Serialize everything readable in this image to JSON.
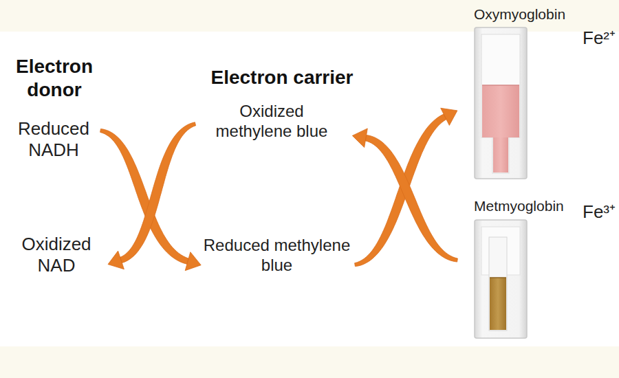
{
  "diagram": {
    "nodes": [
      {
        "text": [
          "Reduced NADH"
        ]
      },
      {
        "text": [
          "Oxidized NAD"
        ]
      },
      {
        "text": [
          "Oxidized methylene blue"
        ]
      },
      {
        "text": [
          "Reduced methylene blue"
        ]
      },
      {
        "text": [
          "Oxymyoglobin",
          "Fe²⁺"
        ]
      },
      {
        "text": [
          "Metmyoglobin",
          "Fe³⁺"
        ]
      }
    ],
    "edges": [
      {
        "from": 0,
        "to": 3,
        "arrow": "to"
      },
      {
        "from": 2,
        "to": 1,
        "arrow": "to"
      },
      {
        "from": 3,
        "to": 4,
        "arrow": "to"
      },
      {
        "from": 5,
        "to": 2,
        "arrow": "to"
      }
    ],
    "labels": [
      "Electron donor",
      "Electron carrier"
    ]
  }
}
